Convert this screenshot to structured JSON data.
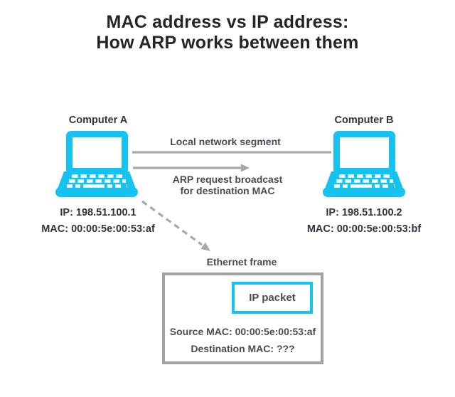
{
  "title": {
    "line1": "MAC address vs IP address:",
    "line2": "How ARP works between them"
  },
  "computers": {
    "a": {
      "label": "Computer A",
      "ip": "IP: 198.51.100.1",
      "mac": "MAC: 00:00:5e:00:53:af"
    },
    "b": {
      "label": "Computer B",
      "ip": "IP: 198.51.100.2",
      "mac": "MAC: 00:00:5e:00:53:bf"
    }
  },
  "connections": {
    "segment_label": "Local network segment",
    "arp_line1": "ARP request broadcast",
    "arp_line2": "for destination MAC"
  },
  "ethernet_frame": {
    "label": "Ethernet frame",
    "ip_packet": "IP packet",
    "source_mac": "Source MAC: 00:00:5e:00:53:af",
    "destination_mac": "Destination MAC: ???"
  },
  "colors": {
    "accent_cyan": "#16C3F0",
    "line_gray": "#A6A8AB",
    "frame_border": "#A0A2A6",
    "title_dark": "#272329",
    "label_dark": "#35323B",
    "annotation_gray": "#4C4B53"
  }
}
